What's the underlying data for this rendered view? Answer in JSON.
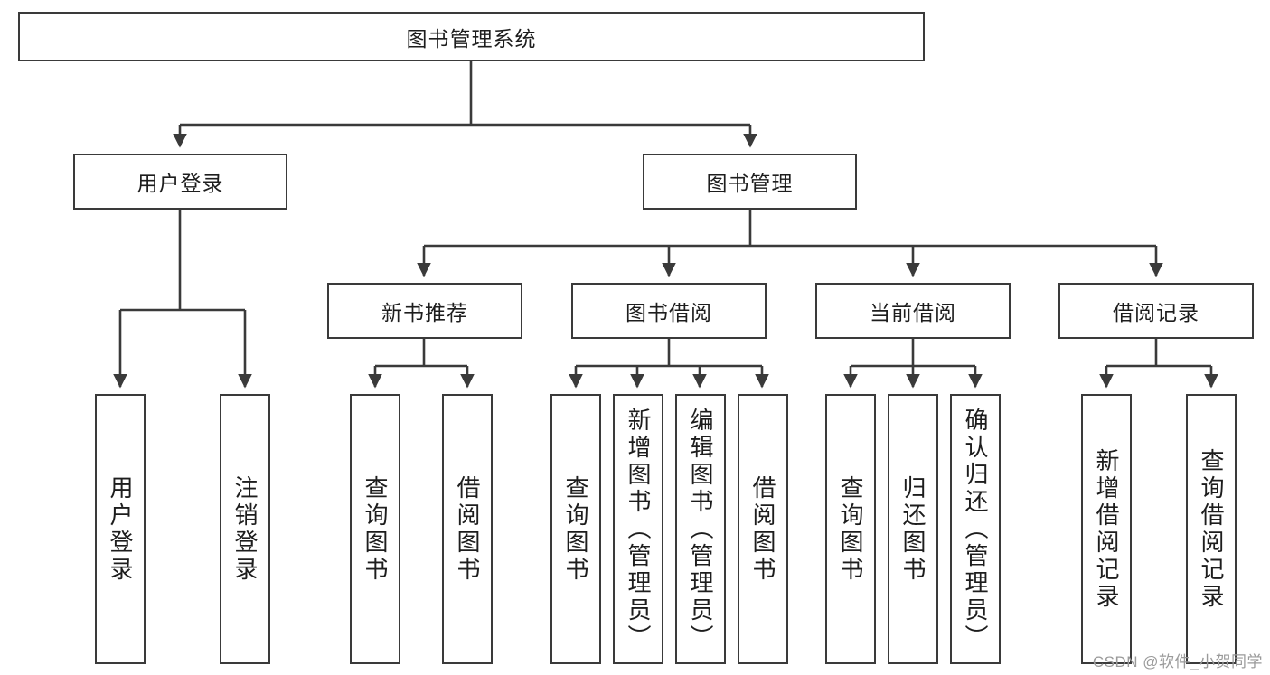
{
  "diagram": {
    "title": "图书管理系统",
    "type": "tree",
    "colors": {
      "box_border": "#3a3a3a",
      "box_fill": "#ffffff",
      "edge": "#3a3a3a",
      "text": "#1d1d1d",
      "watermark": "#9a9a9a",
      "background": "#ffffff"
    },
    "watermark": "CSDN @软件_小贺同学",
    "nodes": {
      "root": {
        "label": "图书管理系统"
      },
      "level2": [
        {
          "id": "user-login",
          "label": "用户登录"
        },
        {
          "id": "book-manage",
          "label": "图书管理"
        }
      ],
      "level3": [
        {
          "id": "new-book-rec",
          "label": "新书推荐",
          "parent": "book-manage"
        },
        {
          "id": "book-borrow",
          "label": "图书借阅",
          "parent": "book-manage"
        },
        {
          "id": "current-borrow",
          "label": "当前借阅",
          "parent": "book-manage"
        },
        {
          "id": "borrow-record",
          "label": "借阅记录",
          "parent": "book-manage"
        }
      ],
      "leaves": [
        {
          "id": "leaf-user-login",
          "label": "用户登录",
          "parent": "user-login"
        },
        {
          "id": "leaf-logout",
          "label": "注销登录",
          "parent": "user-login"
        },
        {
          "id": "leaf-query-book-1",
          "label": "查询图书",
          "parent": "new-book-rec"
        },
        {
          "id": "leaf-borrow-book-1",
          "label": "借阅图书",
          "parent": "new-book-rec"
        },
        {
          "id": "leaf-query-book-2",
          "label": "查询图书",
          "parent": "book-borrow"
        },
        {
          "id": "leaf-add-book",
          "label": "新增图书（管理员）",
          "parent": "book-borrow"
        },
        {
          "id": "leaf-edit-book",
          "label": "编辑图书（管理员）",
          "parent": "book-borrow"
        },
        {
          "id": "leaf-borrow-book-2",
          "label": "借阅图书",
          "parent": "book-borrow"
        },
        {
          "id": "leaf-query-book-3",
          "label": "查询图书",
          "parent": "current-borrow"
        },
        {
          "id": "leaf-return-book",
          "label": "归还图书",
          "parent": "current-borrow"
        },
        {
          "id": "leaf-confirm-return",
          "label": "确认归还（管理员）",
          "parent": "current-borrow"
        },
        {
          "id": "leaf-add-record",
          "label": "新增借阅记录",
          "parent": "borrow-record"
        },
        {
          "id": "leaf-query-record",
          "label": "查询借阅记录",
          "parent": "borrow-record"
        }
      ]
    }
  }
}
